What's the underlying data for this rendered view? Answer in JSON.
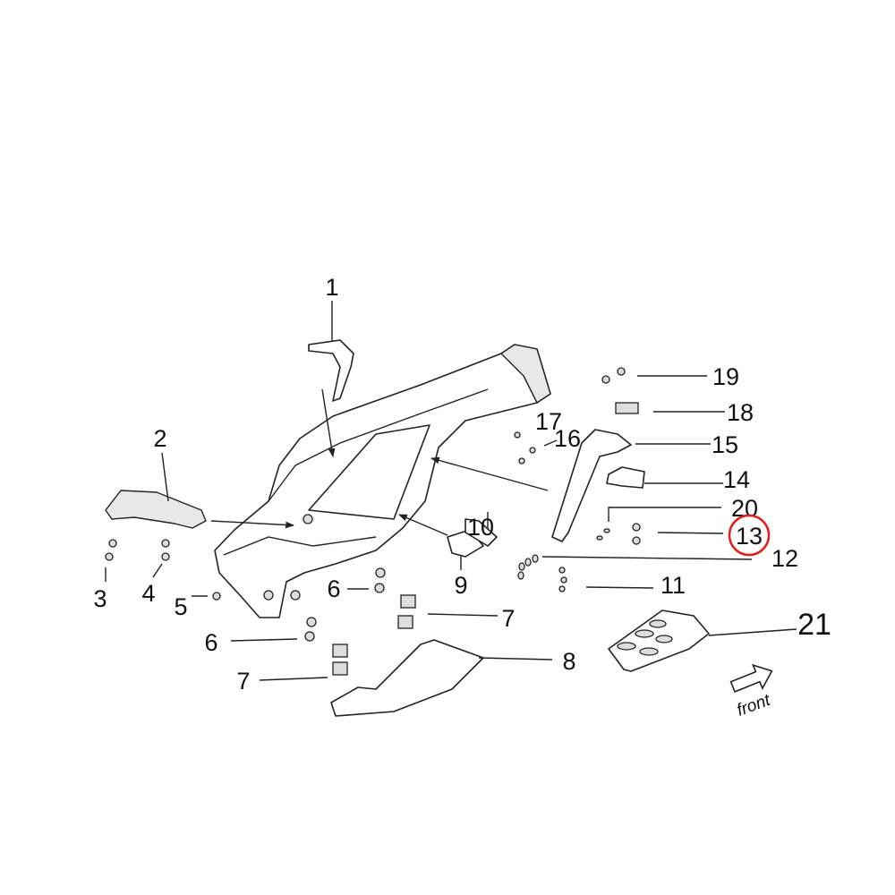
{
  "diagram": {
    "callouts": [
      "1",
      "2",
      "3",
      "4",
      "5",
      "6",
      "6",
      "7",
      "7",
      "8",
      "9",
      "10",
      "11",
      "12",
      "13",
      "14",
      "15",
      "16",
      "17",
      "18",
      "19",
      "20",
      "21"
    ],
    "front_label": "front",
    "highlighted_callout": "13",
    "highlight_color": "#e02020"
  }
}
